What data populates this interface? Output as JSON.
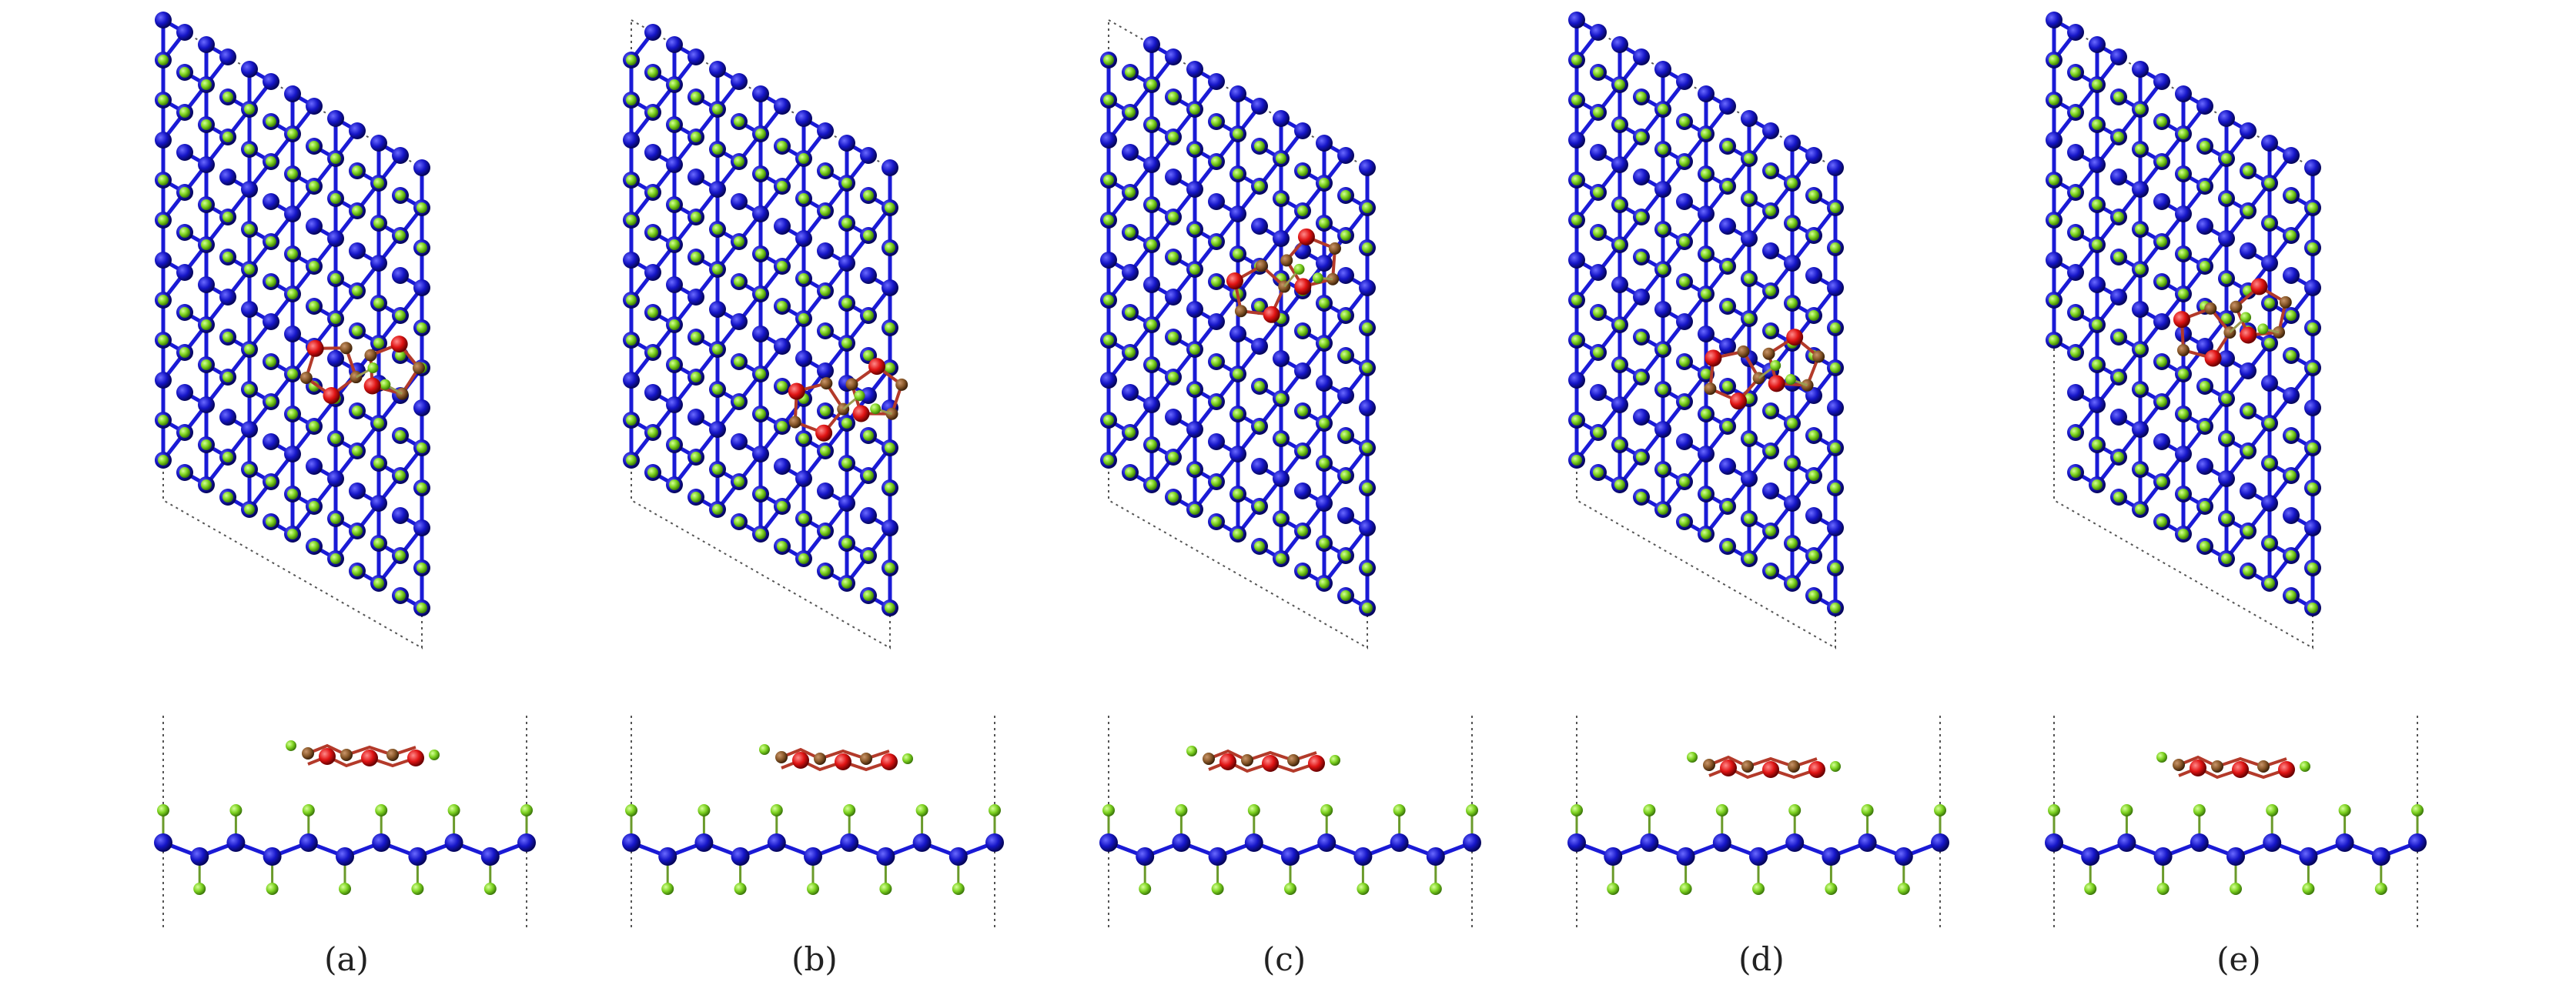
{
  "panels": [
    {
      "label": "(a)"
    },
    {
      "label": "(b)"
    },
    {
      "label": "(c)"
    },
    {
      "label": "(d)"
    },
    {
      "label": "(e)"
    }
  ],
  "colors": {
    "lattice": "#1a1ad6",
    "lattice_atom": "#1616c8",
    "h_atom": "#7ed321",
    "oxygen": "#e01414",
    "carbon": "#8b5a2b",
    "cell_border": "#555555",
    "background": "#ffffff"
  }
}
